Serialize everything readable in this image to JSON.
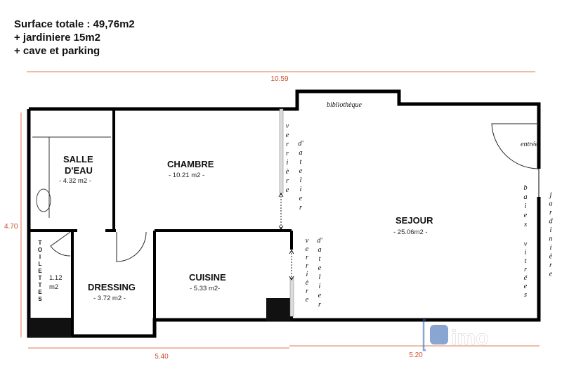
{
  "header": {
    "line1": "Surface totale : 49,76m2",
    "line2": "+ jardiniere 15m2",
    "line3": "+ cave et parking"
  },
  "dimensions": {
    "top": "10.59",
    "left": "4.70",
    "bottom_left": "5.40",
    "bottom_right": "5.20"
  },
  "rooms": {
    "salle_deau": {
      "name_line1": "SALLE",
      "name_line2": "D'EAU",
      "area": "- 4.32 m2 -"
    },
    "chambre": {
      "name": "CHAMBRE",
      "area": "- 10.21 m2 -"
    },
    "toilettes": {
      "name_letters": [
        "T",
        "O",
        "I",
        "L",
        "E",
        "T",
        "T",
        "E",
        "S"
      ],
      "area_line1": "1.12",
      "area_line2": "m2"
    },
    "dressing": {
      "name": "DRESSING",
      "area": "- 3.72 m2 -"
    },
    "cuisine": {
      "name": "CUISINE",
      "area": "- 5.33 m2-"
    },
    "sejour": {
      "name": "SEJOUR",
      "area": "- 25.06m2 -"
    }
  },
  "labels": {
    "bibliotheque": "bibliothèque",
    "entree": "entrée",
    "verriere_chambre_a": [
      "v",
      "e",
      "r",
      "r",
      "i",
      "è",
      "r",
      "e"
    ],
    "verriere_chambre_b": [
      "d'",
      "a",
      "t",
      "e",
      "l",
      "i",
      "e",
      "r"
    ],
    "verriere_cuisine_a": [
      "v",
      "e",
      "r",
      "r",
      "i",
      "è",
      "r",
      "e"
    ],
    "verriere_cuisine_b": [
      "d'",
      "a",
      "t",
      "e",
      "l",
      "i",
      "e",
      "r"
    ],
    "baies_a": [
      "b",
      "a",
      "i",
      "e",
      "s"
    ],
    "baies_b": [
      "v",
      "i",
      "t",
      "r",
      "é",
      "e",
      "s"
    ],
    "jardiniere": [
      "j",
      "a",
      "r",
      "d",
      "i",
      "n",
      "i",
      "è",
      "r",
      "e"
    ]
  },
  "watermark": "imo",
  "colors": {
    "dimension": "#c9502f",
    "wall": "#000000",
    "watermark": "#2a5fb0"
  }
}
